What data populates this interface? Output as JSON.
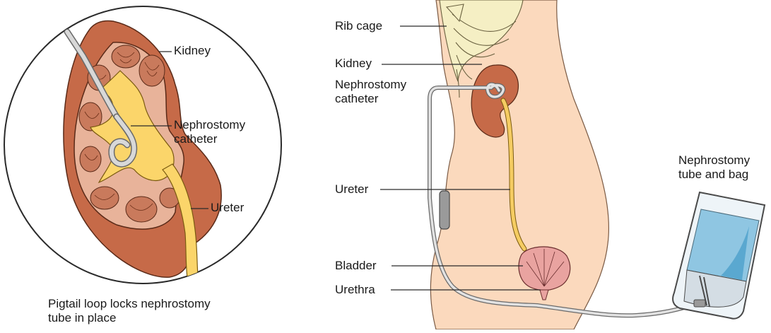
{
  "inset": {
    "labels": {
      "kidney": "Kidney",
      "catheter": "Nephrostomy\ncatheter",
      "ureter": "Ureter"
    },
    "caption": "Pigtail loop locks nephrostomy\ntube in place"
  },
  "body_view": {
    "labels": {
      "rib_cage": "Rib cage",
      "kidney": "Kidney",
      "catheter": "Nephrostomy\ncatheter",
      "ureter": "Ureter",
      "bladder": "Bladder",
      "urethra": "Urethra",
      "tube_bag": "Nephrostomy\ntube and bag"
    }
  },
  "colors": {
    "skin": "#fbd9bd",
    "kidney": "#c66a48",
    "kidney_inner": "#e8b39a",
    "renal_pelvis": "#fbd56a",
    "ureter": "#f5cc62",
    "catheter": "#c9c9c9",
    "bladder": "#e9a3a0",
    "bag_fluid": "#8fc6e2"
  }
}
